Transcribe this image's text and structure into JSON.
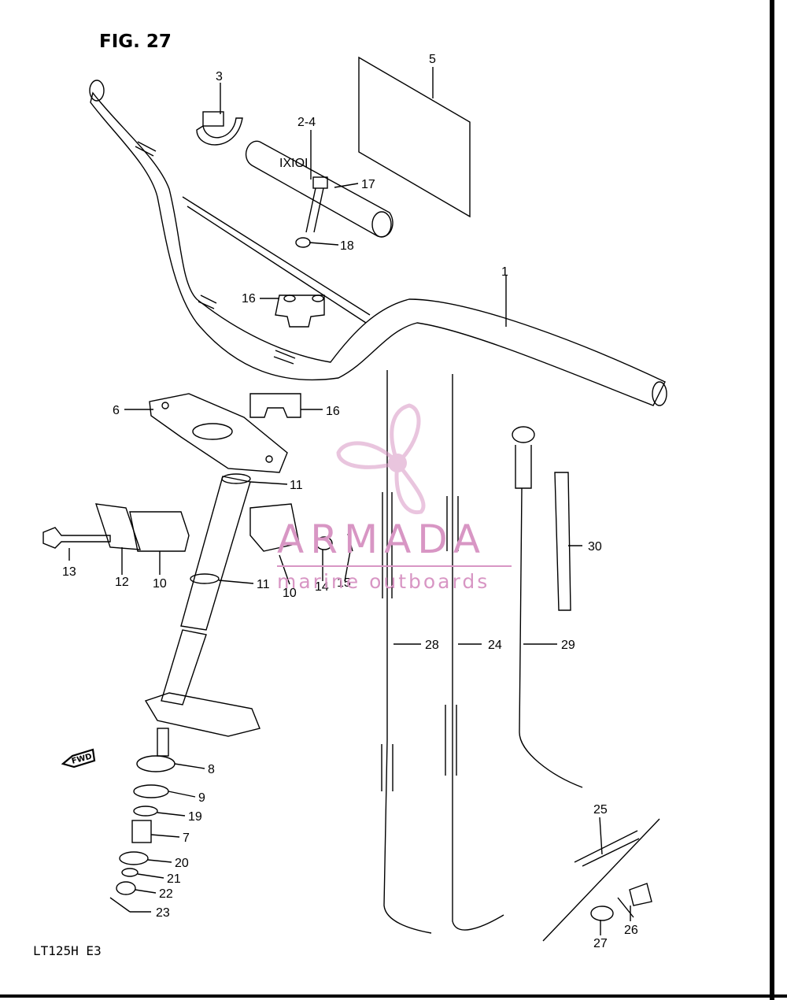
{
  "figure": {
    "title": "FIG. 27",
    "model_code": "LT125H E3",
    "fwd_arrow_label": "FWD"
  },
  "watermark": {
    "brand": "ARMADA",
    "tagline": "marine outboards",
    "color": "#d896c4"
  },
  "callouts": [
    "1",
    "2-4",
    "3",
    "5",
    "6",
    "7",
    "8",
    "9",
    "10",
    "10",
    "11",
    "11",
    "12",
    "13",
    "14",
    "15",
    "16",
    "16",
    "17",
    "18",
    "19",
    "20",
    "21",
    "22",
    "23",
    "24",
    "25",
    "26",
    "27",
    "28",
    "29",
    "30"
  ]
}
